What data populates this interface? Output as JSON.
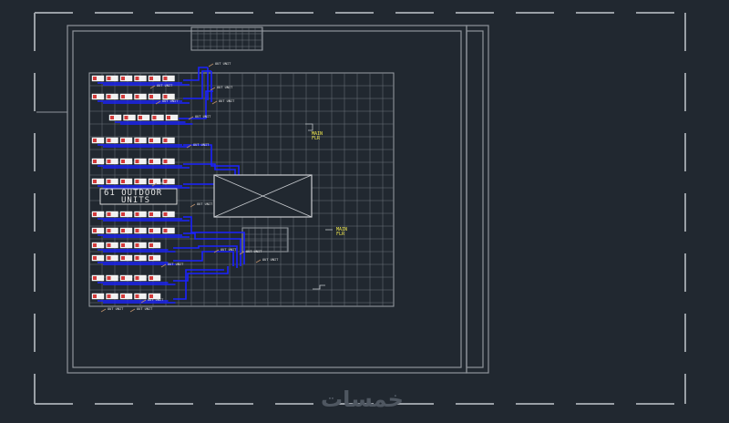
{
  "drawing": {
    "outdoor_units_label": [
      "61 OUTDOOR",
      "UNITS"
    ],
    "note_1": [
      "MAIN",
      "FLR"
    ],
    "note_2": [
      "MAIN",
      "FLR"
    ],
    "tag_text": "OUT UNIT",
    "pipe_color": "#1b22ff",
    "unit_color": "#f1f1f1",
    "unit_accent": "#d33b3b",
    "grid_color": "#6f747c",
    "line_color": "#8f949b"
  },
  "watermark": "خمسات"
}
